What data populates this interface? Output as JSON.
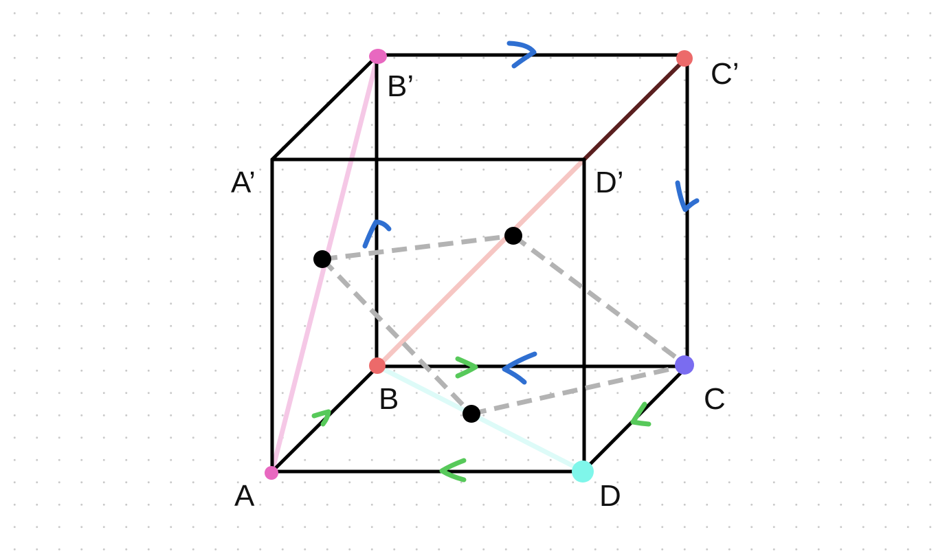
{
  "diagram": {
    "labels": {
      "A": "A",
      "B": "B",
      "C": "C",
      "D": "D",
      "A_prime": "A’",
      "B_prime": "B’",
      "C_prime": "C’",
      "D_prime": "D’"
    },
    "colors": {
      "edge": "#000000",
      "hidden_path": "#b3b3b3",
      "diagonal_ab_prime": "#f5c8e6",
      "diagonal_bd_prime": "#f6c6c3",
      "diagonal_d_prime_c_prime": "#5a1f1f",
      "diagonal_bd": "#ddfbf8",
      "arrow_blue": "#2f6fd1",
      "arrow_green": "#57c95a",
      "point_pink": "#e868c0",
      "point_red": "#ec6a6a",
      "point_purple": "#7a6cf0",
      "point_cyan": "#7ff6ea",
      "midpoint": "#000000"
    }
  }
}
